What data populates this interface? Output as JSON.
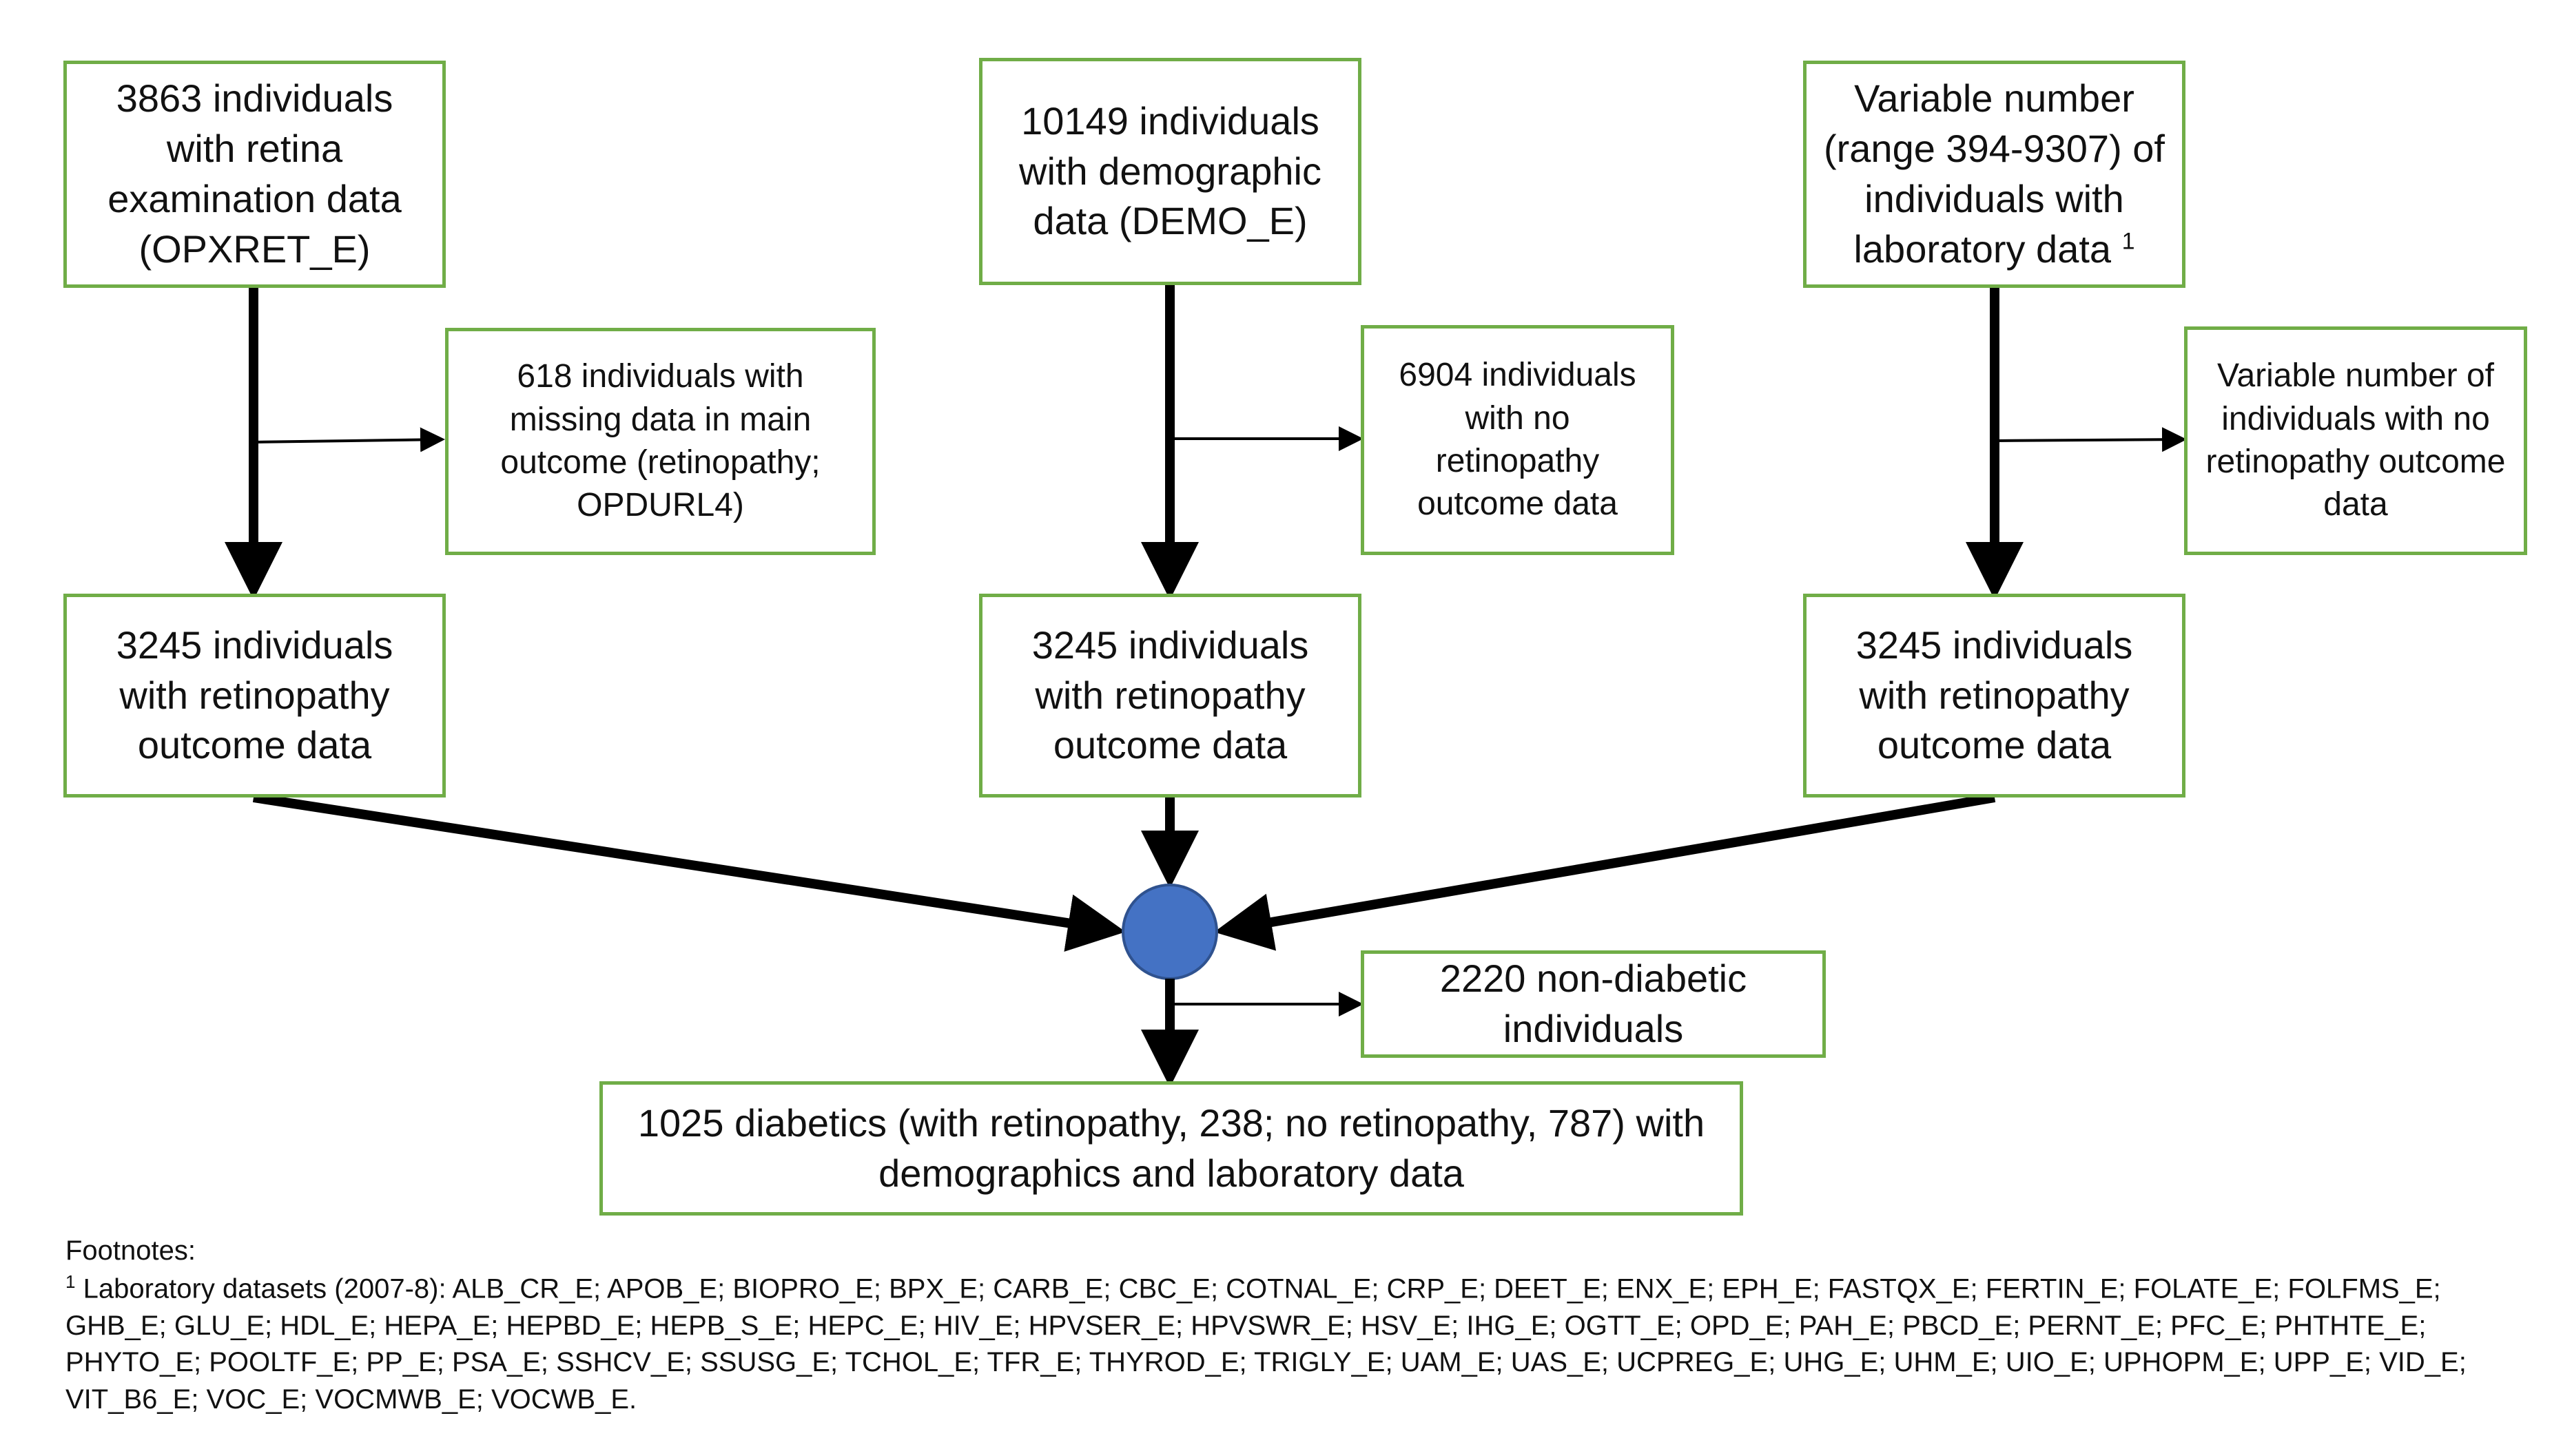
{
  "boxes": {
    "retina_source": "3863 individuals with retina examination data (OPXRET_E)",
    "demo_source": "10149 individuals with demographic data (DEMO_E)",
    "lab_source": "Variable number (range 394-9307) of individuals with laboratory data",
    "lab_source_ref": "1",
    "retina_excluded": "618 individuals with missing data in main outcome (retinopathy; OPDURL4)",
    "demo_excluded": "6904 individuals with no retinopathy outcome data",
    "lab_excluded": "Variable number of individuals with no retinopathy outcome data",
    "retina_outcome": "3245 individuals with retinopathy outcome data",
    "demo_outcome": "3245 individuals with retinopathy outcome data",
    "lab_outcome": "3245 individuals with retinopathy outcome data",
    "non_diabetic": "2220 non-diabetic individuals",
    "final": "1025 diabetics (with retinopathy, 238; no retinopathy, 787) with demographics and laboratory data"
  },
  "footnotes": {
    "heading": "Footnotes:",
    "ref": "1",
    "text": "Laboratory datasets (2007-8): ALB_CR_E; APOB_E; BIOPRO_E; BPX_E; CARB_E; CBC_E; COTNAL_E; CRP_E; DEET_E; ENX_E; EPH_E; FASTQX_E; FERTIN_E; FOLATE_E; FOLFMS_E; GHB_E; GLU_E; HDL_E; HEPA_E; HEPBD_E; HEPB_S_E; HEPC_E; HIV_E; HPVSER_E; HPVSWR_E; HSV_E; IHG_E; OGTT_E; OPD_E; PAH_E; PBCD_E; PERNT_E; PFC_E; PHTHTE_E; PHYTO_E; POOLTF_E; PP_E; PSA_E; SSHCV_E; SSUSG_E; TCHOL_E; TFR_E; THYROD_E; TRIGLY_E; UAM_E; UAS_E; UCPREG_E; UHG_E; UHM_E; UIO_E; UPHOPM_E; UPP_E; VID_E; VIT_B6_E; VOC_E; VOCMWB_E; VOCWB_E."
  },
  "colors": {
    "box_border": "#70ad47",
    "merge_node": "#4472c4",
    "arrow": "#000000"
  }
}
